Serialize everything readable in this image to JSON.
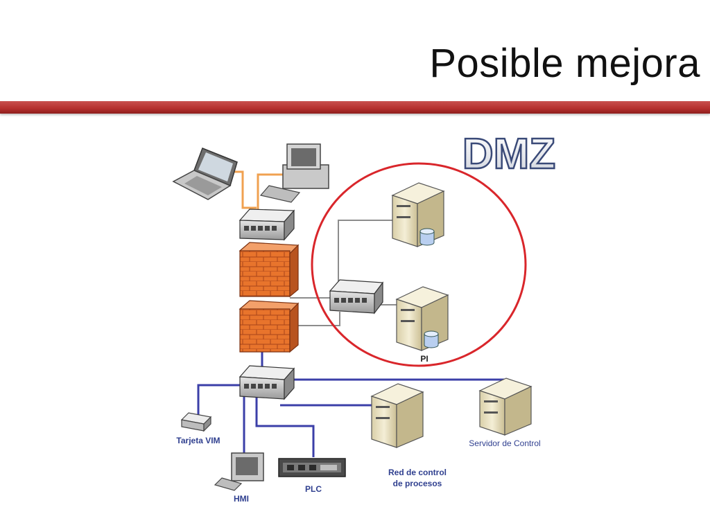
{
  "slide": {
    "title": "Posible mejora"
  },
  "diagram": {
    "zone_label": "DMZ",
    "labels": {
      "pi": "PI",
      "vim": "Tarjeta VIM",
      "hmi": "HMI",
      "plc": "PLC",
      "servidor": "Servidor de Control",
      "red_line1": "Red de control",
      "red_line2": "de procesos"
    }
  },
  "colors": {
    "accent_bar": "#b52f2d",
    "dmz_circle": "#d9262b",
    "firewall": "#e8742c",
    "lan_office": "#f0a150",
    "lan_control": "#3b3fa8",
    "lan_dmz": "#8c8c8c",
    "label_blue": "#2f3f8f"
  }
}
